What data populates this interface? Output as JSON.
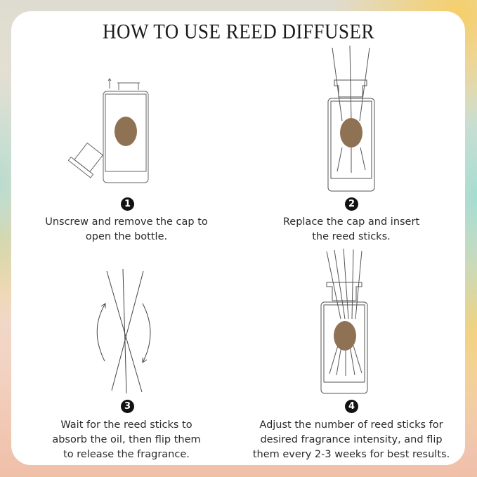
{
  "title": "HOW TO USE REED DIFFUSER",
  "colors": {
    "label_oval": "#8f7254",
    "line": "#555555",
    "card": "#ffffff",
    "number_badge": "#111111"
  },
  "steps": [
    {
      "number": "1",
      "illustration": "bottle-cap-removed",
      "lines": [
        "Unscrew and remove the cap to",
        "open the bottle."
      ]
    },
    {
      "number": "2",
      "illustration": "bottle-with-cap-and-reeds",
      "lines": [
        "Replace the cap and insert",
        "the reed sticks."
      ]
    },
    {
      "number": "3",
      "illustration": "reed-sticks-flip",
      "lines": [
        "Wait for the reed sticks to",
        "absorb the oil, then flip them",
        "to release the fragrance."
      ]
    },
    {
      "number": "4",
      "illustration": "bottle-with-more-reeds",
      "lines": [
        "Adjust the number of reed sticks for",
        "desired fragrance intensity, and flip",
        "them every 2-3 weeks for best results."
      ]
    }
  ]
}
